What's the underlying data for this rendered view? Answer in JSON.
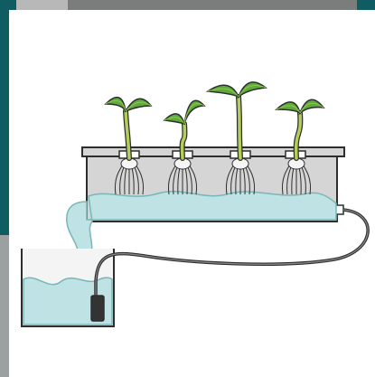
{
  "colors": {
    "frame_teal": "#0f5d63",
    "photo_gray": "#b8b8b8",
    "tray_fill": "#d5d5d5",
    "water": "#bfe3e4",
    "water_edge": "#79b6b8",
    "outline": "#2e2e2e",
    "leaf": "#5faa3d",
    "leaf_light": "#8cc94f",
    "stem": "#b3cf57",
    "root": "#f5f5f5",
    "pump": "#333333"
  },
  "diagram": {
    "plants": [
      {
        "icon": "seedling-icon"
      },
      {
        "icon": "seedling-icon"
      },
      {
        "icon": "seedling-icon"
      },
      {
        "icon": "seedling-icon"
      }
    ],
    "components": [
      "grow-tray",
      "nutrient-reservoir",
      "submersible-pump",
      "return-hose"
    ]
  }
}
